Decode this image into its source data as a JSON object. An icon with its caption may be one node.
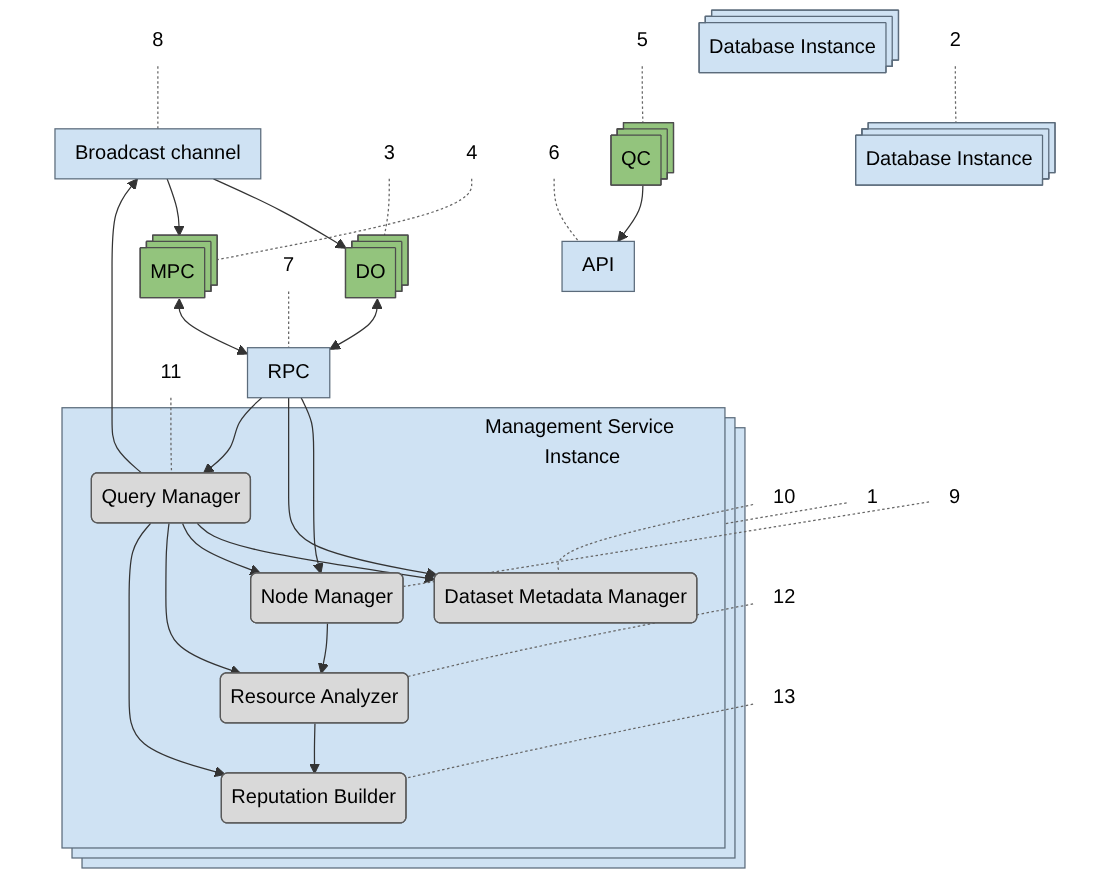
{
  "diagram": {
    "nodes": [
      {
        "text": [
          "3"
        ]
      },
      {
        "text": [
          "4"
        ]
      },
      {
        "text": [
          "DO"
        ]
      },
      {
        "text": [
          "MPC"
        ]
      },
      {
        "text": [
          "7"
        ]
      },
      {
        "text": [
          "8"
        ]
      },
      {
        "text": [
          "RPC"
        ]
      },
      {
        "text": [
          "Broadcast channel"
        ]
      },
      {
        "text": [
          "10"
        ]
      },
      {
        "text": [
          "6"
        ]
      },
      {
        "text": [
          "1"
        ]
      },
      {
        "text": [
          "API"
        ]
      },
      {
        "text": [
          "Management Service Instance"
        ]
      },
      {
        "text": [
          "Dataset Metadata Manager"
        ],
        "in": 12
      },
      {
        "text": [
          "11"
        ]
      },
      {
        "text": [
          "Node Manager"
        ],
        "in": 12
      },
      {
        "text": [
          "Query Manager"
        ],
        "in": 12
      },
      {
        "text": [
          "5"
        ]
      },
      {
        "text": [
          "QC"
        ]
      },
      {
        "text": [
          "Resource Analyzer"
        ],
        "in": 12
      },
      {
        "text": [
          "Reputation Builder"
        ],
        "in": 12
      },
      {
        "text": [
          "13"
        ]
      },
      {
        "text": [
          "9"
        ]
      },
      {
        "text": [
          "12"
        ]
      },
      {
        "text": [
          "Database Instance"
        ]
      },
      {
        "text": [
          "Database Instance"
        ]
      },
      {
        "text": [
          "2"
        ]
      }
    ],
    "edges": [
      {
        "from": 2,
        "to": 6,
        "arrow": "both"
      },
      {
        "from": 3,
        "to": 6,
        "arrow": "both"
      },
      {
        "from": 7,
        "to": 2,
        "arrow": "to"
      },
      {
        "from": 7,
        "to": 3,
        "arrow": "to"
      },
      {
        "from": 6,
        "to": 15,
        "arrow": "to"
      },
      {
        "from": 6,
        "to": 13,
        "arrow": "to"
      },
      {
        "from": 6,
        "to": 16,
        "arrow": "to"
      },
      {
        "from": 16,
        "to": 7,
        "arrow": "to"
      },
      {
        "from": 16,
        "to": 13,
        "arrow": "to"
      },
      {
        "from": 16,
        "to": 15,
        "arrow": "to"
      },
      {
        "from": 16,
        "to": 19,
        "arrow": "to"
      },
      {
        "from": 15,
        "to": 19,
        "arrow": "to"
      },
      {
        "from": 16,
        "to": 20,
        "arrow": "to"
      },
      {
        "from": 19,
        "to": 20,
        "arrow": "to"
      },
      {
        "from": 18,
        "to": 11,
        "arrow": "to"
      },
      {
        "from": 10,
        "to": 12,
        "arrow": "none",
        "style": "dashed",
        "color": "#666666"
      },
      {
        "from": 26,
        "to": 25,
        "arrow": "none",
        "style": "dashed",
        "color": "#666666"
      },
      {
        "from": 0,
        "to": 2,
        "arrow": "none",
        "style": "dashed",
        "color": "#666666"
      },
      {
        "from": 1,
        "to": 3,
        "arrow": "none",
        "style": "dashed",
        "color": "#666666"
      },
      {
        "from": 17,
        "to": 18,
        "arrow": "none",
        "style": "dashed",
        "color": "#666666"
      },
      {
        "from": 9,
        "to": 11,
        "arrow": "none",
        "style": "dashed",
        "color": "#666666"
      },
      {
        "from": 4,
        "to": 6,
        "arrow": "none",
        "style": "dashed",
        "color": "#666666"
      },
      {
        "from": 5,
        "to": 7,
        "arrow": "none",
        "style": "dashed",
        "color": "#666666"
      },
      {
        "from": 22,
        "to": 15,
        "arrow": "none",
        "style": "dashed",
        "color": "#666666"
      },
      {
        "from": 8,
        "to": 13,
        "arrow": "none",
        "style": "dashed",
        "color": "#666666"
      },
      {
        "from": 14,
        "to": 16,
        "arrow": "none",
        "style": "dashed",
        "color": "#666666"
      },
      {
        "from": 23,
        "to": 19,
        "arrow": "none",
        "style": "dashed",
        "color": "#666666"
      },
      {
        "from": 21,
        "to": 20,
        "arrow": "none",
        "style": "dashed",
        "color": "#666666"
      }
    ]
  }
}
